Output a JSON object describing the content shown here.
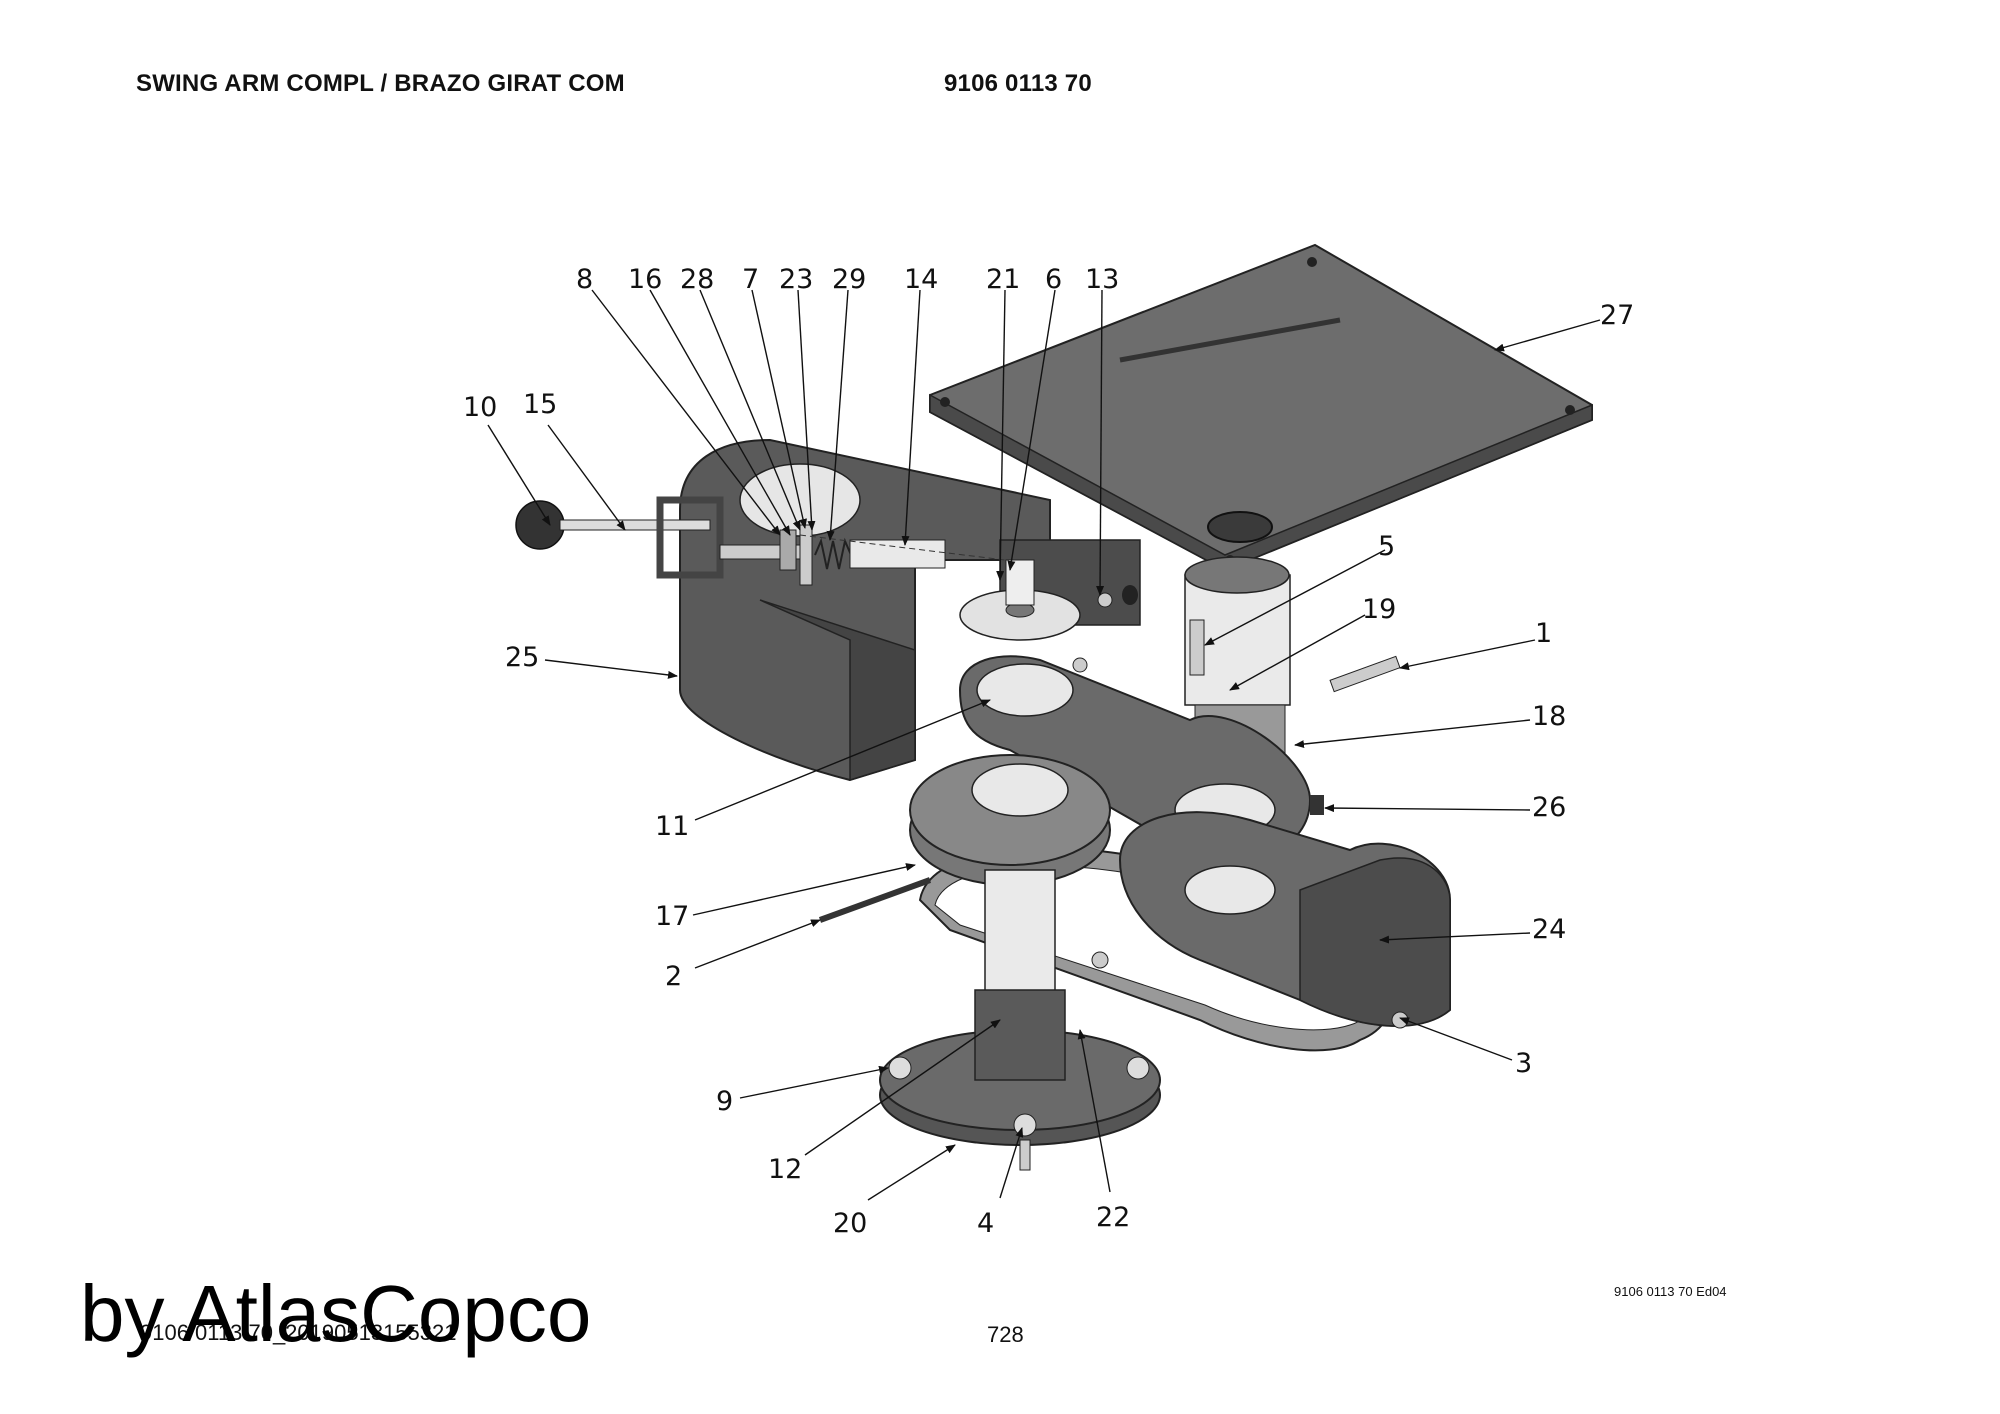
{
  "header": {
    "title": "SWING ARM COMPL / BRAZO GIRAT COM",
    "part_number": "9106 0113 70"
  },
  "callouts": {
    "c1": "1",
    "c2": "2",
    "c3": "3",
    "c4": "4",
    "c5": "5",
    "c6": "6",
    "c7": "7",
    "c8": "8",
    "c9": "9",
    "c10": "10",
    "c11": "11",
    "c12": "12",
    "c13": "13",
    "c14": "14",
    "c15": "15",
    "c16": "16",
    "c17": "17",
    "c18": "18",
    "c19": "19",
    "c20": "20",
    "c21": "21",
    "c22": "22",
    "c23": "23",
    "c24": "24",
    "c25": "25",
    "c26": "26",
    "c27": "27",
    "c28": "28",
    "c29": "29"
  },
  "footer": {
    "doc_id": "9106 0113 70_20190513155321",
    "page_number": "728",
    "edition": "9106 0113 70 Ed04",
    "watermark": "by AtlasCopco"
  }
}
